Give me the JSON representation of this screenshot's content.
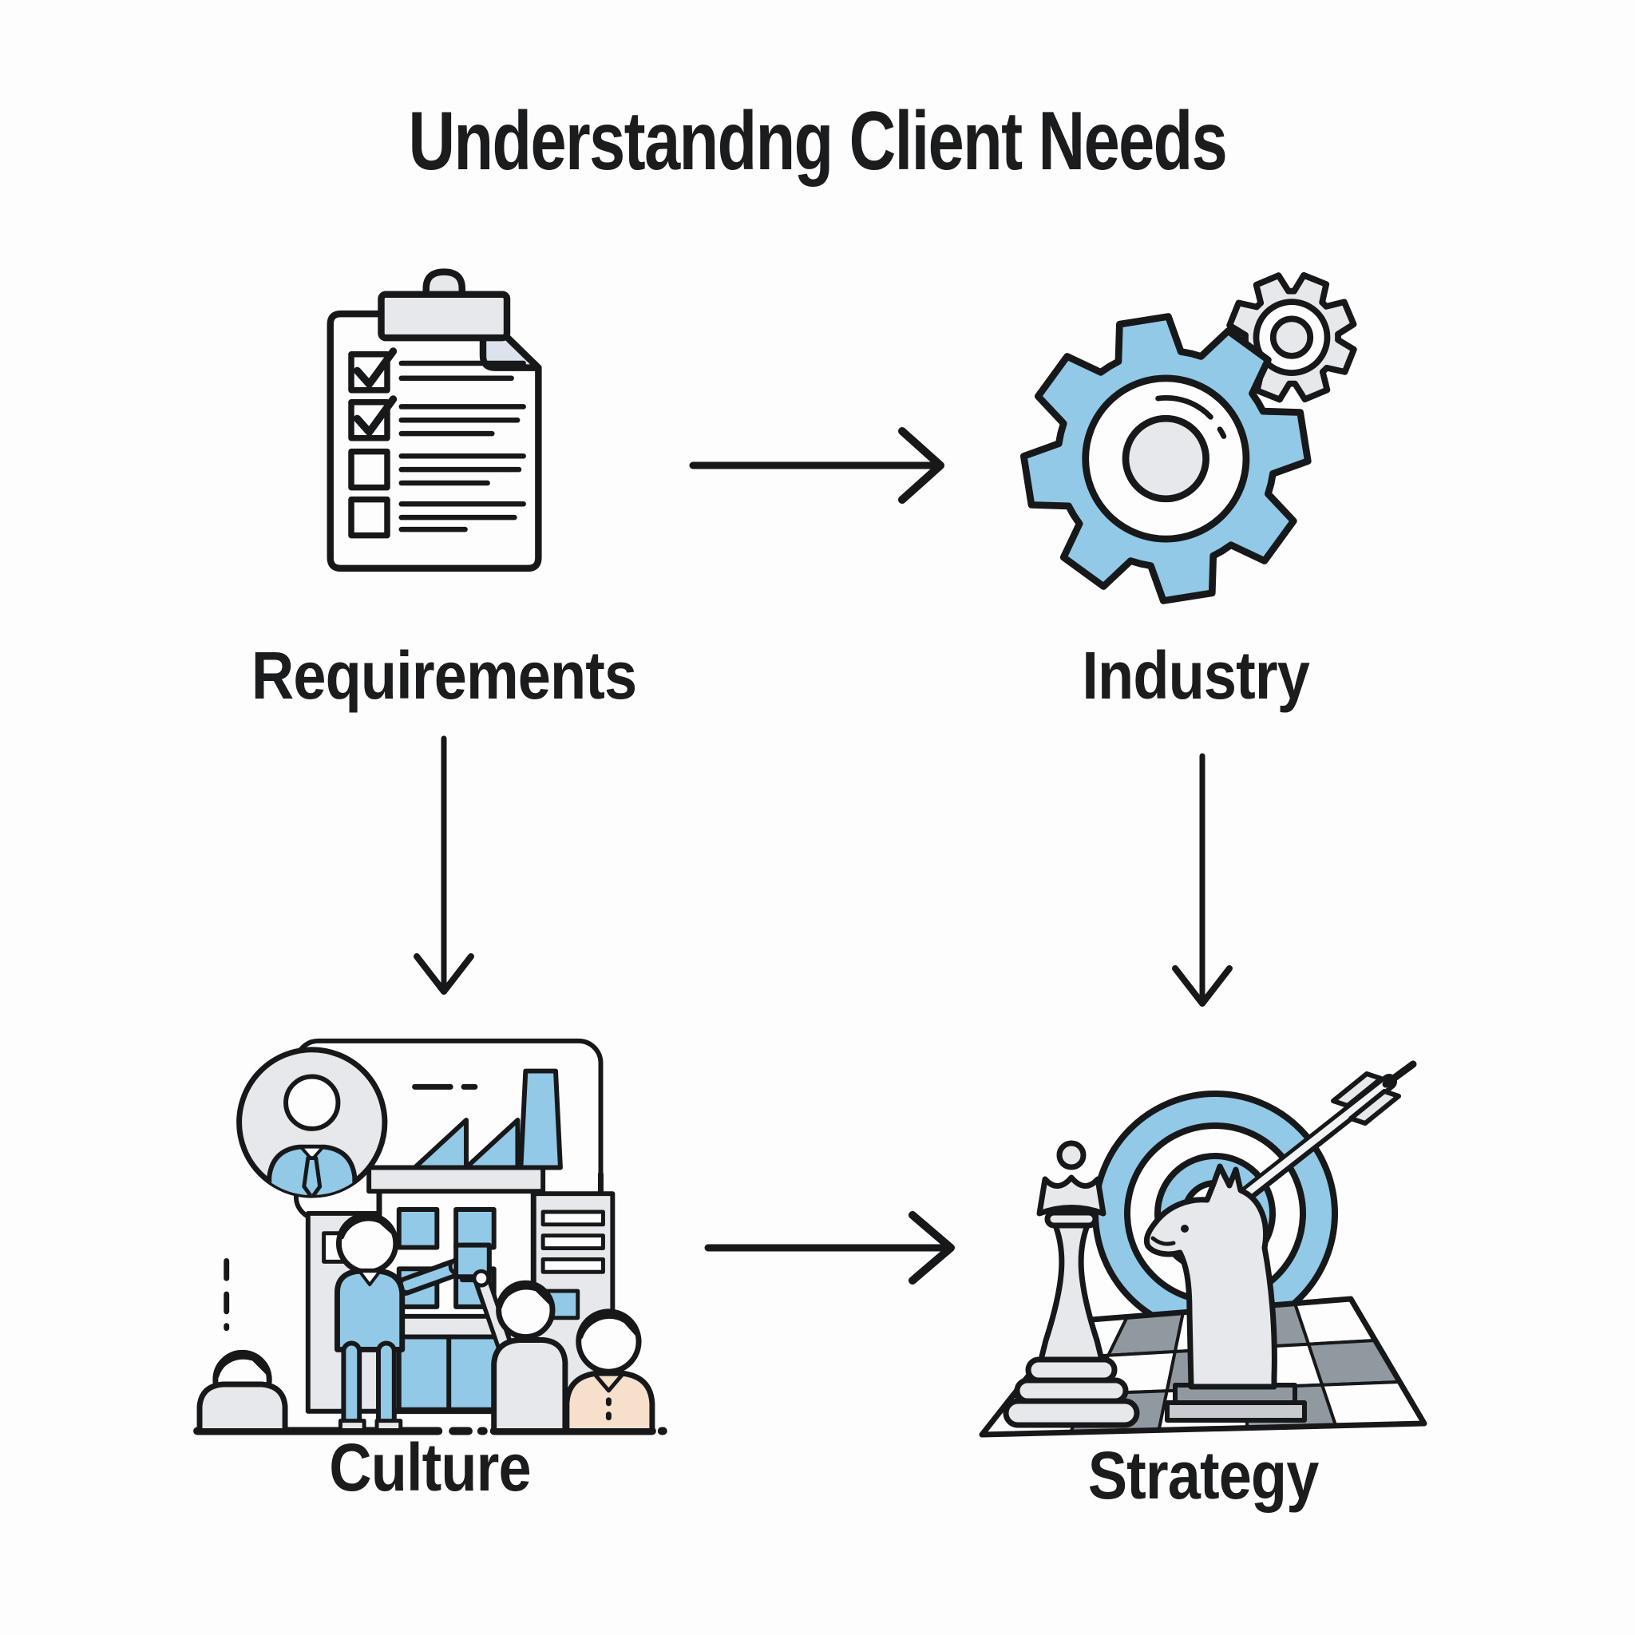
{
  "title": "Understandng Client Needs",
  "nodes": {
    "requirements": {
      "label": "Requirements",
      "icon": "checklist-clipboard-icon"
    },
    "industry": {
      "label": "Industry",
      "icon": "gears-icon"
    },
    "culture": {
      "label": "Culture",
      "icon": "building-people-icon"
    },
    "strategy": {
      "label": "Strategy",
      "icon": "chess-target-arrow-icon"
    }
  },
  "edges": [
    {
      "from": "Requirements",
      "to": "Industry",
      "direction": "right"
    },
    {
      "from": "Requirements",
      "to": "Culture",
      "direction": "down"
    },
    {
      "from": "Industry",
      "to": "Strategy",
      "direction": "down"
    },
    {
      "from": "Culture",
      "to": "Strategy",
      "direction": "right"
    }
  ],
  "colors": {
    "background": "#fdfdfd",
    "ink": "#17181a",
    "text": "#1b1c1e",
    "accent_blue": "#92c9e6",
    "pale_blue": "#bcd7e8",
    "light_gray": "#e6e8eb",
    "mid_gray": "#9199a0",
    "fold_gray": "#dde3ec",
    "peach": "#f6dfcb"
  }
}
